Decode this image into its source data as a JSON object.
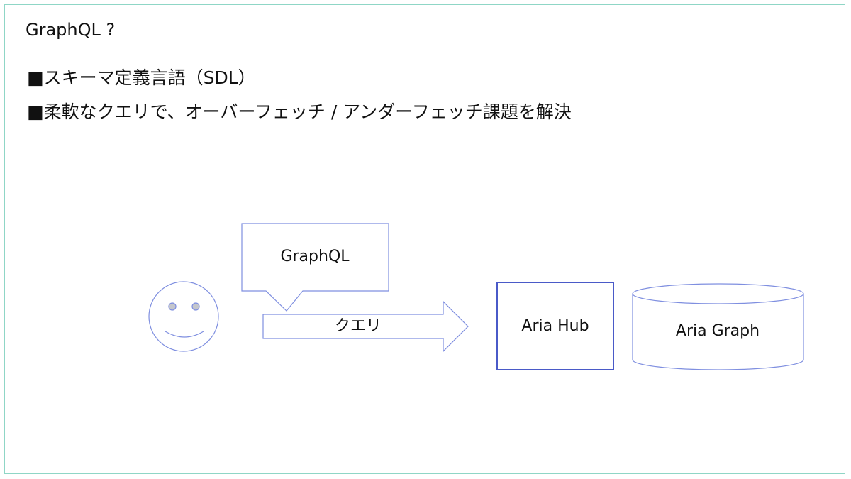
{
  "slide": {
    "title": "GraphQL ?",
    "bullets": [
      "■スキーマ定義言語（SDL）",
      "■柔軟なクエリで、オーバーフェッチ / アンダーフェッチ課題を解決"
    ]
  },
  "diagram": {
    "user_icon": "smiley-face-icon",
    "callout_label": "GraphQL",
    "arrow_label": "クエリ",
    "hub_label": "Aria Hub",
    "database_label": "Aria Graph"
  },
  "colors": {
    "frame": "#8fd6c6",
    "shape_stroke": "#7f8fe0",
    "hub_stroke": "#4a5ac8",
    "eye_fill": "#c4c6cc"
  }
}
